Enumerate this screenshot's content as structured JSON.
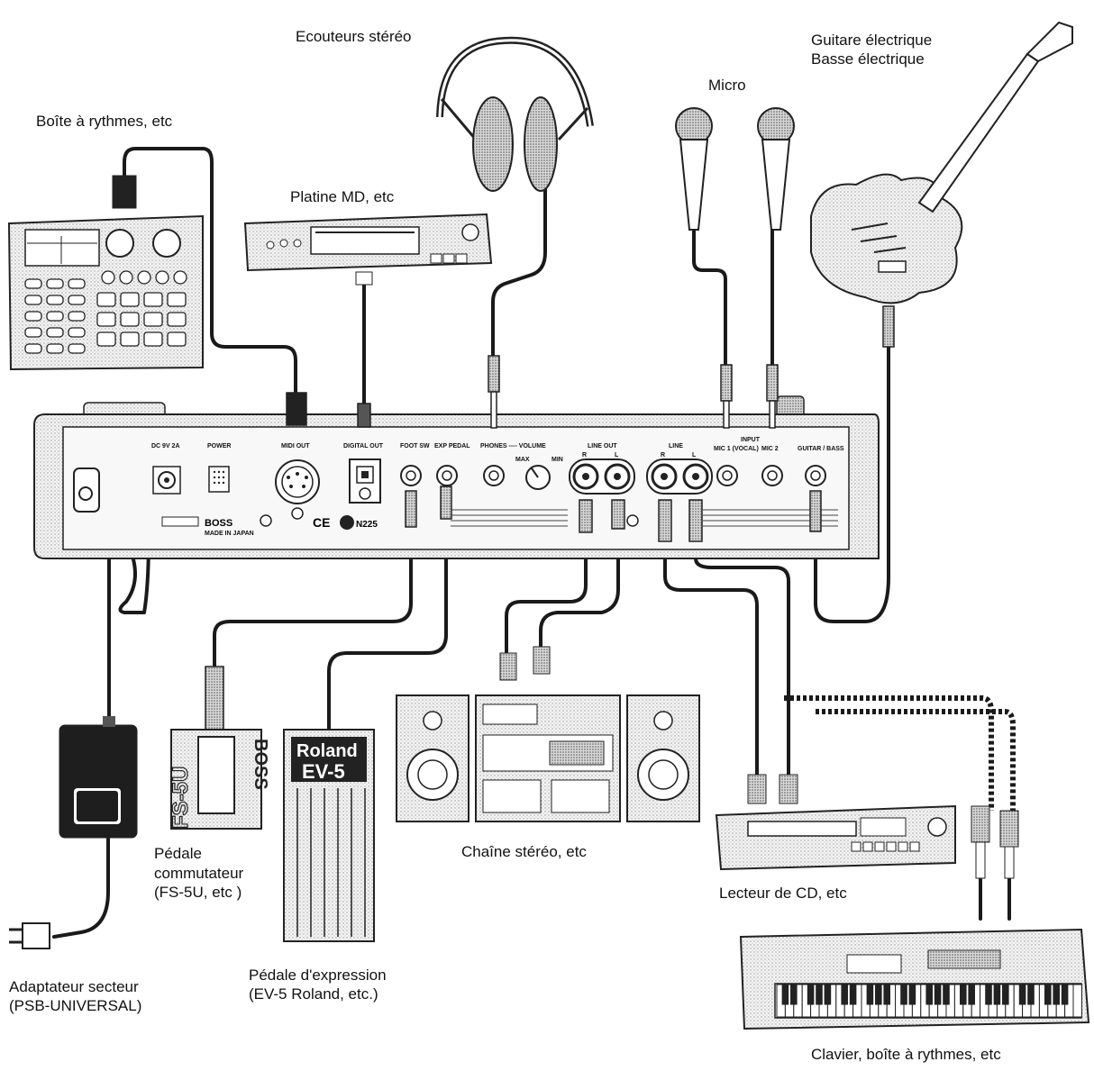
{
  "labels": {
    "headphones": "Ecouteurs stéréo",
    "guitar_line1": "Guitare électrique",
    "guitar_line2": "Basse électrique",
    "mic": "Micro",
    "drum_machine": "Boîte à rythmes, etc",
    "md_deck": "Platine MD, etc",
    "pedal_switch_line1": "Pédale",
    "pedal_switch_line2": "commutateur",
    "pedal_switch_line3": "(FS-5U, etc )",
    "stereo": "Chaîne stéréo, etc",
    "cd_player": "Lecteur de CD, etc",
    "adapter_line1": "Adaptateur secteur",
    "adapter_line2": "(PSB-UNIVERSAL)",
    "expression_line1": "Pédale d'expression",
    "expression_line2": "(EV-5 Roland, etc.)",
    "keyboard": "Clavier, boîte à rythmes, etc"
  },
  "panel": {
    "dc_in": "DC 9V 2A",
    "power": "POWER",
    "midi_out": "MIDI OUT",
    "digital_out": "DIGITAL OUT",
    "foot_sw": "FOOT SW",
    "exp_pedal": "EXP PEDAL",
    "phones_volume": "PHONES ---- VOLUME",
    "max": "MAX",
    "min": "MIN",
    "line_out": "LINE OUT",
    "line_in": "LINE",
    "input": "INPUT",
    "mic1": "MIC 1 (VOCAL)",
    "mic2": "MIC 2",
    "guitar_bass": "GUITAR / BASS",
    "r": "R",
    "l": "L",
    "boss_logo": "BOSS",
    "made_in": "MADE IN JAPAN",
    "ce": "CE",
    "n225": "N225"
  },
  "devices": {
    "fs5u": "FS-5U",
    "boss_pedal": "BOSS",
    "roland": "Roland",
    "ev5": "EV-5"
  }
}
